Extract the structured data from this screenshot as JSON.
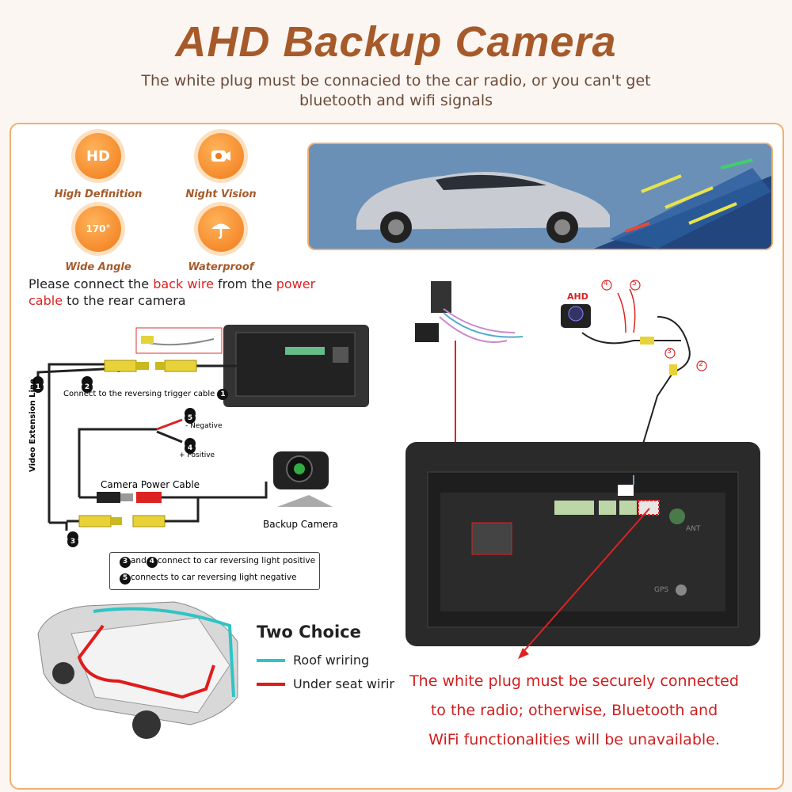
{
  "header": {
    "title": "AHD Backup Camera",
    "subtitle": "The white plug must be connacied to the car radio, or you can't get bluetooth and wifi signals"
  },
  "features": [
    {
      "icon": "hd-icon",
      "badge_text": "HD",
      "label": "High Definition"
    },
    {
      "icon": "night-vision-icon",
      "badge_text": "",
      "label": "Night Vision"
    },
    {
      "icon": "wide-angle-icon",
      "badge_text": "170°",
      "label": "Wide Angle"
    },
    {
      "icon": "umbrella-icon",
      "badge_text": "",
      "label": "Waterproof"
    }
  ],
  "instruction": {
    "part1": "Please connect the ",
    "highlight1": "back wire",
    "part2": " from the ",
    "highlight2": "power",
    "part3_red": "cable",
    "part4": " to the rear camera"
  },
  "wiring": {
    "video_extension_line": "Video Extension Line",
    "connect_trigger": "Connect to the reversing trigger cable",
    "negative": "- Negative",
    "positive": "+ Positive",
    "camera_power_cable": "Camera Power Cable",
    "backup_camera": "Backup Camera",
    "markers": [
      "1",
      "2",
      "3",
      "4",
      "5"
    ]
  },
  "notes": {
    "line1_a": "3",
    "line1_b": "and",
    "line1_c": "4",
    "line1_d": "connect to car reversing light positive",
    "line2_a": "5",
    "line2_b": "connects to car reversing light negative"
  },
  "legend": {
    "title": "Two Choice",
    "items": [
      {
        "label": "Roof wriring",
        "color": "#2ec4c4"
      },
      {
        "label": "Under seat wirir",
        "color": "#e01b1b"
      }
    ]
  },
  "right_diagram": {
    "ahd_label": "AHD",
    "markers": [
      "4",
      "5",
      "3",
      "2"
    ],
    "radio_labels": {
      "ant": "ANT",
      "gps": "GPS"
    }
  },
  "warning": {
    "line1": "The white plug must be securely connected",
    "line2": "to the radio; otherwise, Bluetooth and",
    "line3": "WiFi functionalities will be unavailable."
  },
  "colors": {
    "brand": "#a65a2a",
    "accent_orange": "#f07a1a",
    "warning_red": "#d01e1e",
    "roof_cyan": "#2ec4c4"
  }
}
